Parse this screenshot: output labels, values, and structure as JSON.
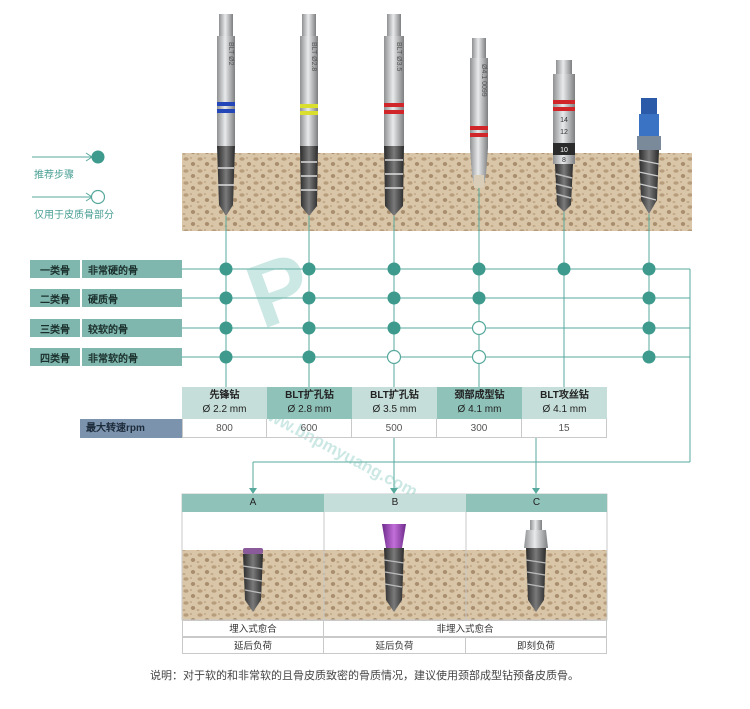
{
  "legend": {
    "recommended": "推荐步骤",
    "cortical_only": "仅用于皮质骨部分"
  },
  "drills": [
    {
      "engraving": "BLT Ø2"
    },
    {
      "engraving": "BLT Ø2.8"
    },
    {
      "engraving": "BLT Ø3.5"
    },
    {
      "engraving": "Ø4.1 0099"
    },
    {
      "depth_marks": [
        "14",
        "12",
        "10",
        "8"
      ]
    },
    {
      "engraving": ""
    }
  ],
  "bone_classes": [
    {
      "key": "一类骨",
      "desc": "非常硬的骨",
      "steps": [
        "full",
        "full",
        "full",
        "full",
        "full",
        "full"
      ]
    },
    {
      "key": "二类骨",
      "desc": "硬质骨",
      "steps": [
        "full",
        "full",
        "full",
        "full",
        null,
        "full"
      ]
    },
    {
      "key": "三类骨",
      "desc": "较软的骨",
      "steps": [
        "full",
        "full",
        "full",
        "open",
        null,
        "full"
      ]
    },
    {
      "key": "四类骨",
      "desc": "非常软的骨",
      "steps": [
        "full",
        "full",
        "open",
        "open",
        null,
        "full"
      ]
    }
  ],
  "drill_table": {
    "rpm_label": "最大转速rpm",
    "columns": [
      {
        "name": "先锋钻",
        "size": "Ø 2.2 mm",
        "rpm": "800"
      },
      {
        "name": "BLT扩孔钻",
        "size": "Ø 2.8 mm",
        "rpm": "600"
      },
      {
        "name": "BLT扩孔钻",
        "size": "Ø 3.5 mm",
        "rpm": "500"
      },
      {
        "name": "颈部成型钻",
        "size": "Ø 4.1 mm",
        "rpm": "300"
      },
      {
        "name": "BLT攻丝钻",
        "size": "Ø 4.1 mm",
        "rpm": "15"
      }
    ]
  },
  "options": {
    "labels": [
      "A",
      "B",
      "C"
    ],
    "healing_top": [
      "埋入式愈合",
      "非埋入式愈合"
    ],
    "healing_bottom": [
      "延后负荷",
      "延后负荷",
      "即刻负荷"
    ]
  },
  "note": "说明：对于软的和非常软的且骨皮质致密的骨质情况，建议使用颈部成型钻预备皮质骨。",
  "watermark": "www.bnpmyuang.com",
  "colors": {
    "teal": "#3d9a8c",
    "line": "#57a99d",
    "class_bg": "#7fb7ae",
    "header_light": "#c6ded9",
    "header_dark": "#8fc2b9",
    "rpm_bg": "#7b93ad",
    "bone": "#d8c3a4",
    "bone_dark": "#b39a78"
  }
}
